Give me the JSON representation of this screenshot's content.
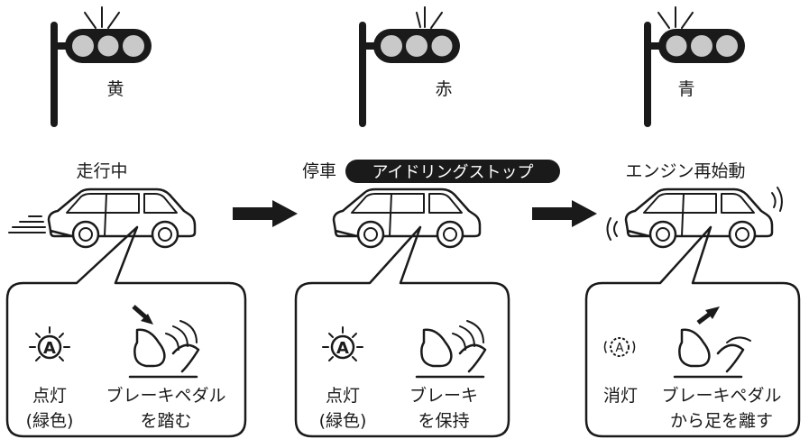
{
  "stages": [
    {
      "signal": "黄",
      "lit_lamp": "yellow",
      "title": "走行中",
      "callout": {
        "lamp_text": [
          "点灯",
          "(緑色)"
        ],
        "pedal_text": [
          "ブレーキペダル",
          "を踏む"
        ]
      }
    },
    {
      "signal": "赤",
      "lit_lamp": "red",
      "title": "停車",
      "badge": "アイドリングストップ",
      "callout": {
        "lamp_text": [
          "点灯",
          "(緑色)"
        ],
        "pedal_text": [
          "ブレーキ",
          "を保持"
        ]
      }
    },
    {
      "signal": "青",
      "lit_lamp": "green",
      "title": "エンジン再始動",
      "callout": {
        "lamp_text": [
          "消灯"
        ],
        "pedal_text": [
          "ブレーキペダル",
          "から足を離す"
        ]
      }
    }
  ],
  "icons": [
    "traffic-light-icon",
    "car-icon",
    "indicator-a-icon",
    "brake-pedal-foot-icon",
    "right-arrow-icon"
  ],
  "colors": {
    "ink": "#1a1a1a",
    "lit_lamp": "#c9c9c9",
    "background": "#ffffff"
  }
}
